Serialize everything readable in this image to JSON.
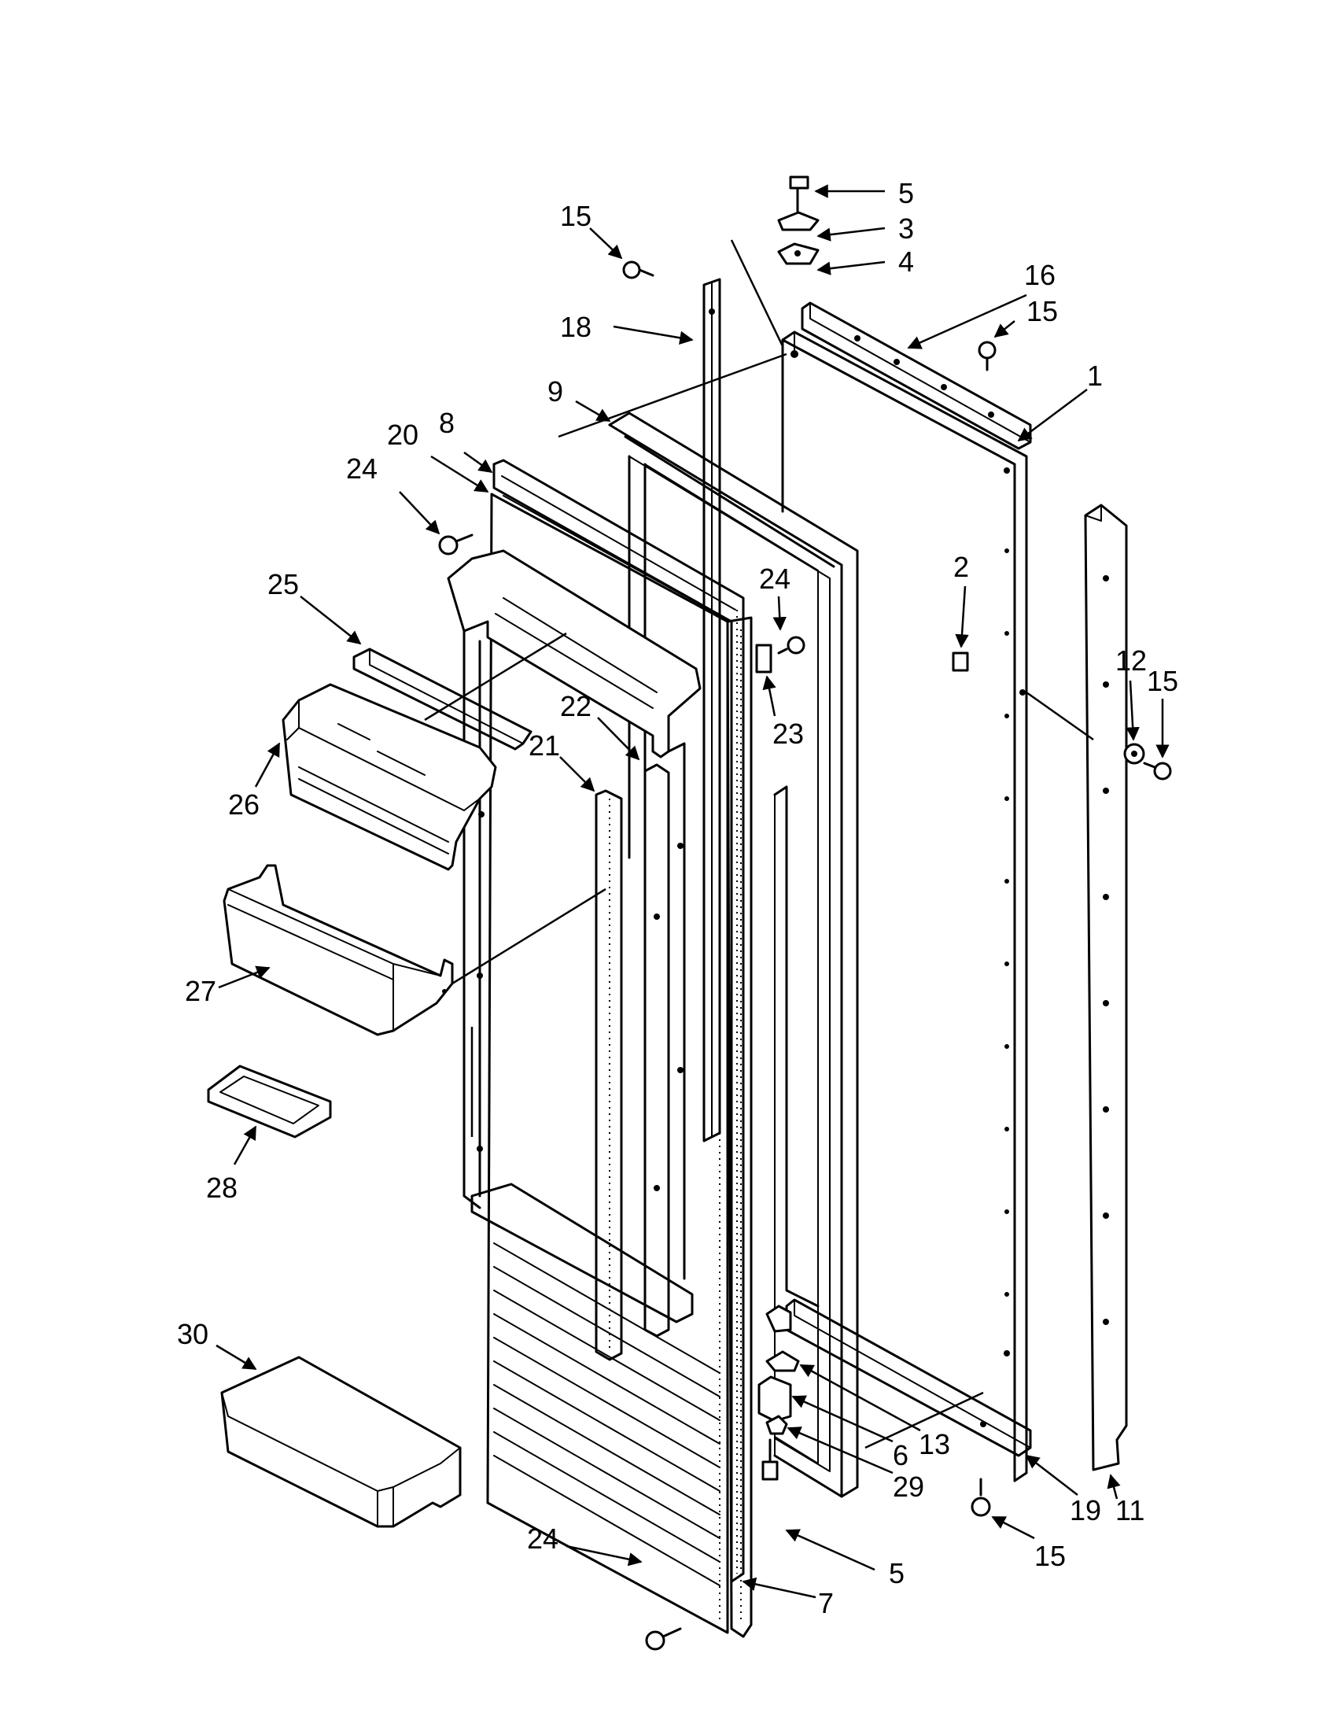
{
  "diagram": {
    "callouts": [
      {
        "id": "c5-top",
        "label": "5"
      },
      {
        "id": "c3",
        "label": "3"
      },
      {
        "id": "c4",
        "label": "4"
      },
      {
        "id": "c15-a",
        "label": "15"
      },
      {
        "id": "c16",
        "label": "16"
      },
      {
        "id": "c15-b",
        "label": "15"
      },
      {
        "id": "c18",
        "label": "18"
      },
      {
        "id": "c1",
        "label": "1"
      },
      {
        "id": "c9",
        "label": "9"
      },
      {
        "id": "c8",
        "label": "8"
      },
      {
        "id": "c20",
        "label": "20"
      },
      {
        "id": "c24-a",
        "label": "24"
      },
      {
        "id": "c2",
        "label": "2"
      },
      {
        "id": "c25",
        "label": "25"
      },
      {
        "id": "c24-b",
        "label": "24"
      },
      {
        "id": "c12",
        "label": "12"
      },
      {
        "id": "c15-c",
        "label": "15"
      },
      {
        "id": "c22",
        "label": "22"
      },
      {
        "id": "c23",
        "label": "23"
      },
      {
        "id": "c21",
        "label": "21"
      },
      {
        "id": "c26",
        "label": "26"
      },
      {
        "id": "c27",
        "label": "27"
      },
      {
        "id": "c28",
        "label": "28"
      },
      {
        "id": "c30",
        "label": "30"
      },
      {
        "id": "c13",
        "label": "13"
      },
      {
        "id": "c6",
        "label": "6"
      },
      {
        "id": "c29",
        "label": "29"
      },
      {
        "id": "c19",
        "label": "19"
      },
      {
        "id": "c11",
        "label": "11"
      },
      {
        "id": "c24-c",
        "label": "24"
      },
      {
        "id": "c7",
        "label": "7"
      },
      {
        "id": "c5-bottom",
        "label": "5"
      },
      {
        "id": "c15-d",
        "label": "15"
      }
    ]
  }
}
